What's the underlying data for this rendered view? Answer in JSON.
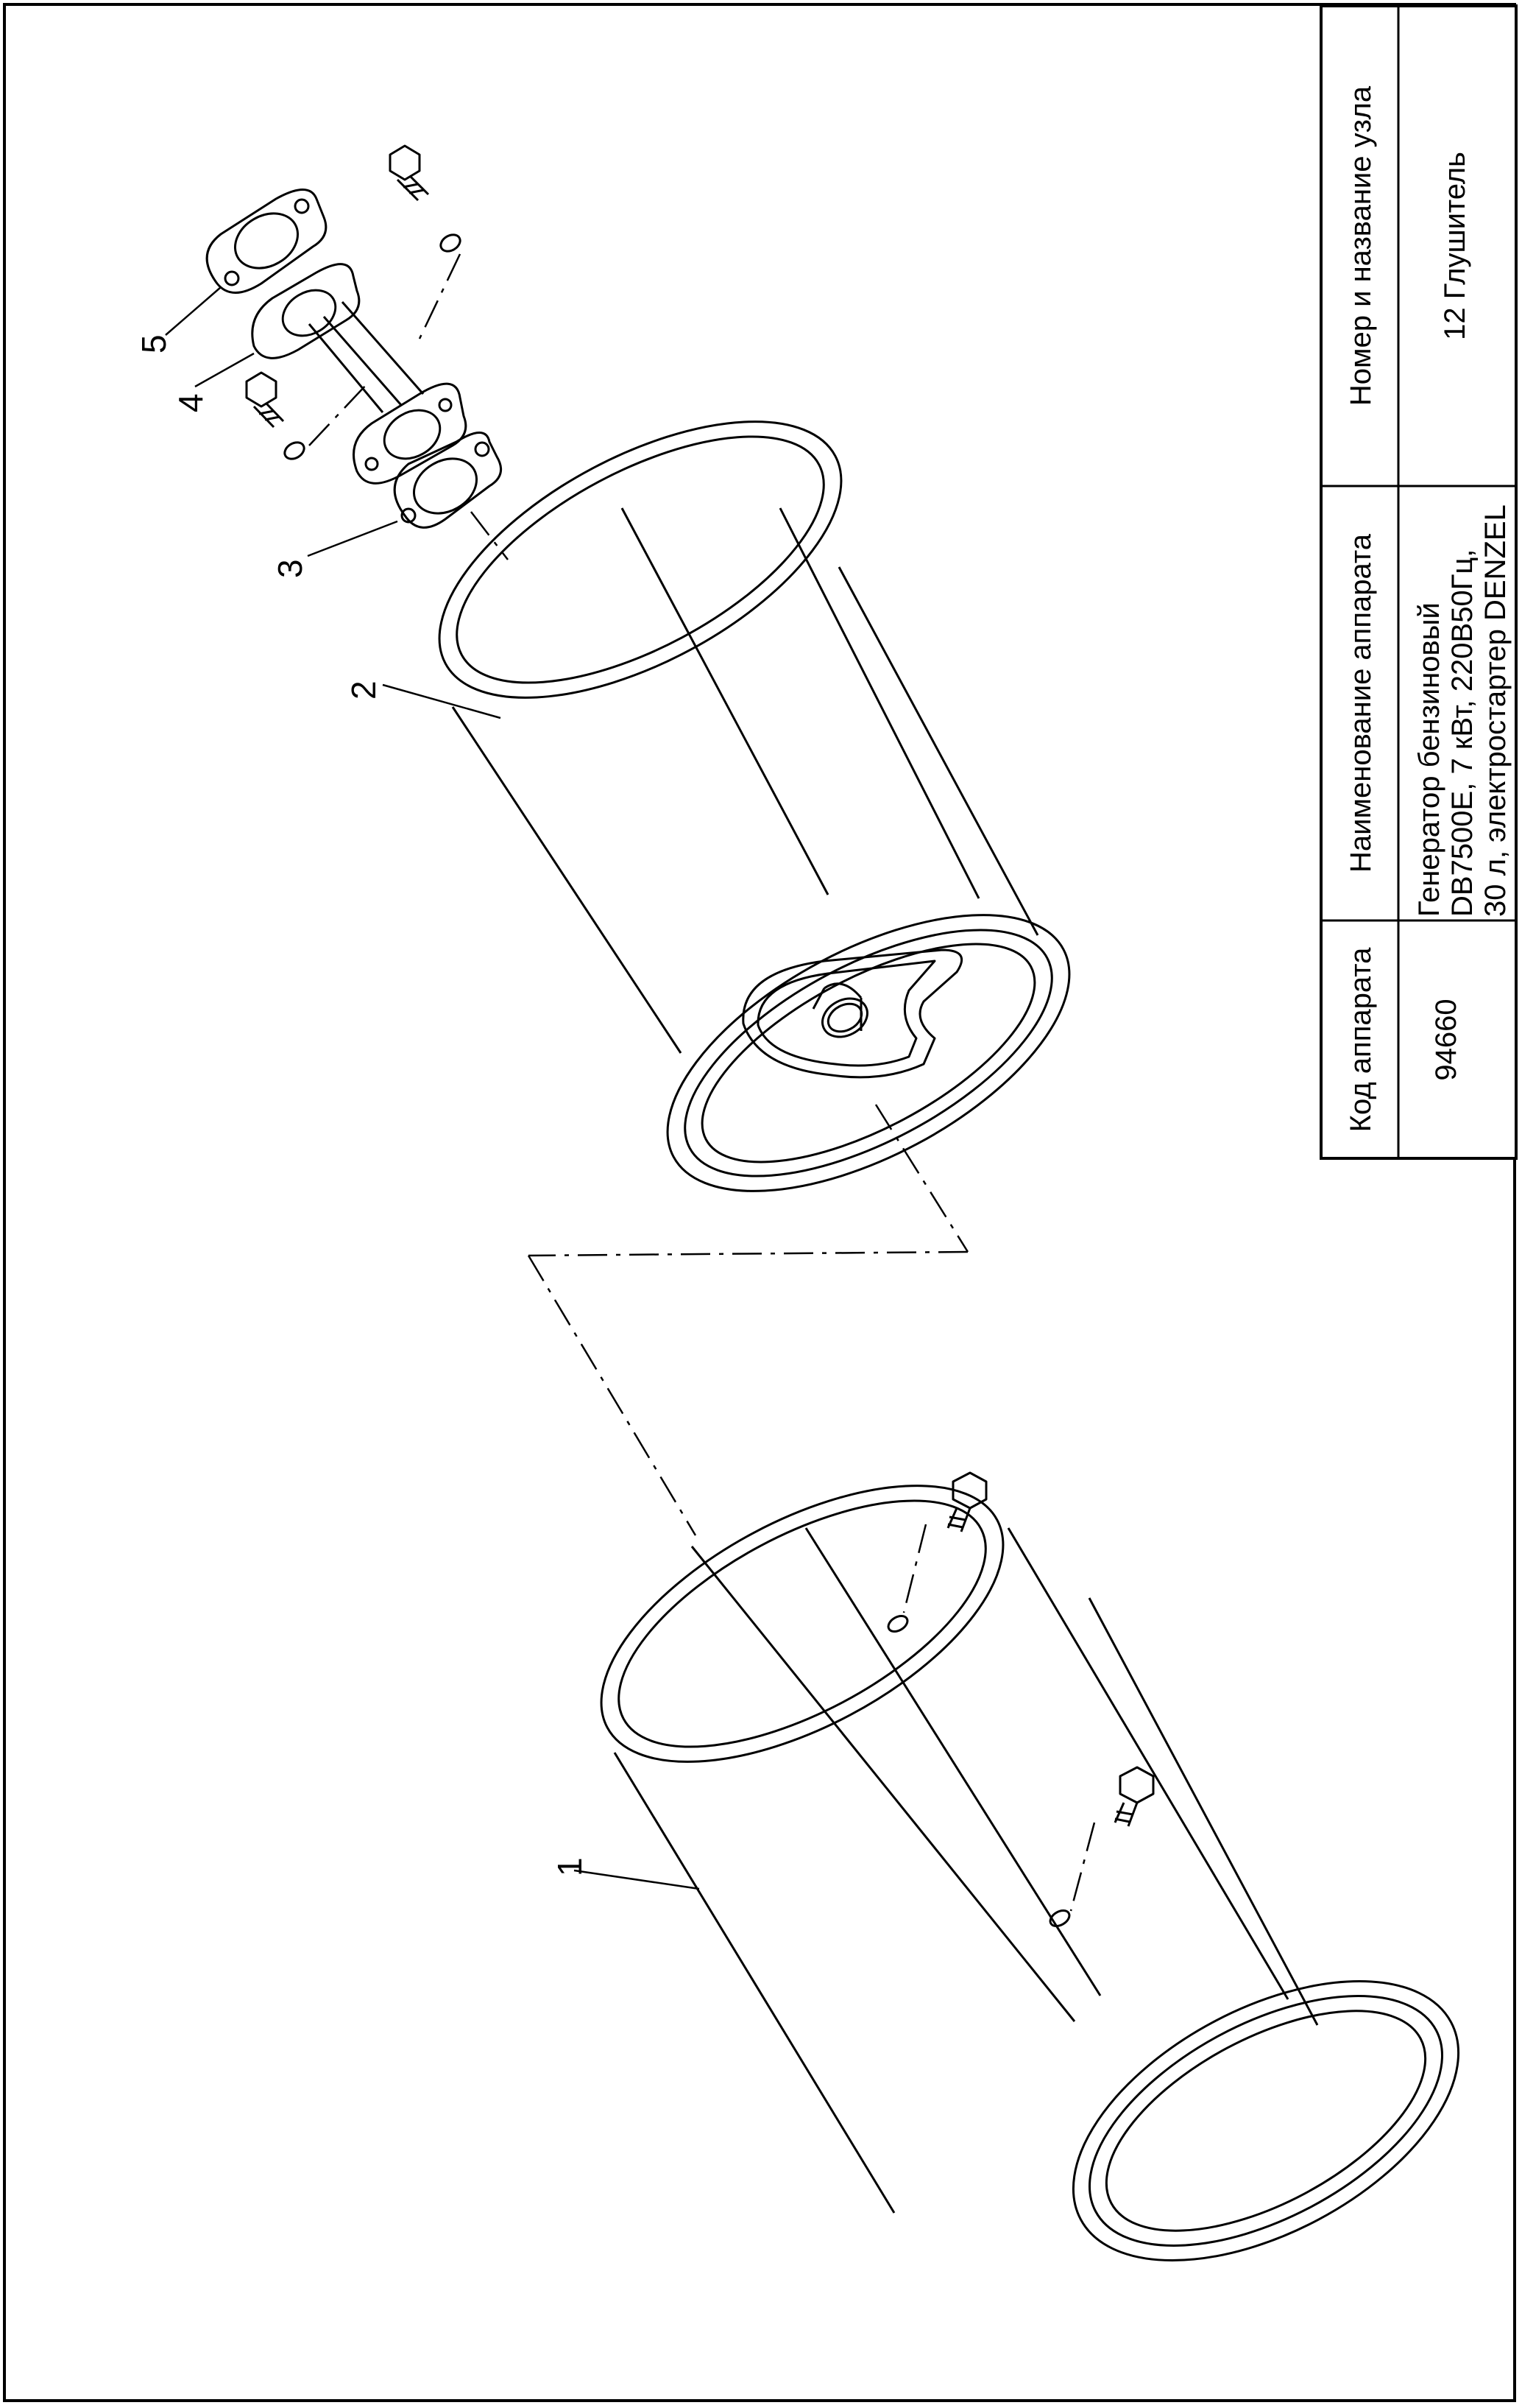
{
  "callouts": {
    "c1": "1",
    "c2": "2",
    "c3": "3",
    "c4": "4",
    "c5": "5"
  },
  "title_block": {
    "headers": {
      "code": "Код аппарата",
      "name": "Наименование аппарата",
      "unit": "Номер и название узла"
    },
    "values": {
      "code": "94660",
      "name_line1": "Генератор бензиновый",
      "name_line2": "DB7500E, 7 кВт, 220В50Гц,",
      "name_line3": "30 л, электростартер DENZEL",
      "unit": "12 Глушитель"
    }
  },
  "colors": {
    "ink": "#000000",
    "paper": "#ffffff"
  }
}
